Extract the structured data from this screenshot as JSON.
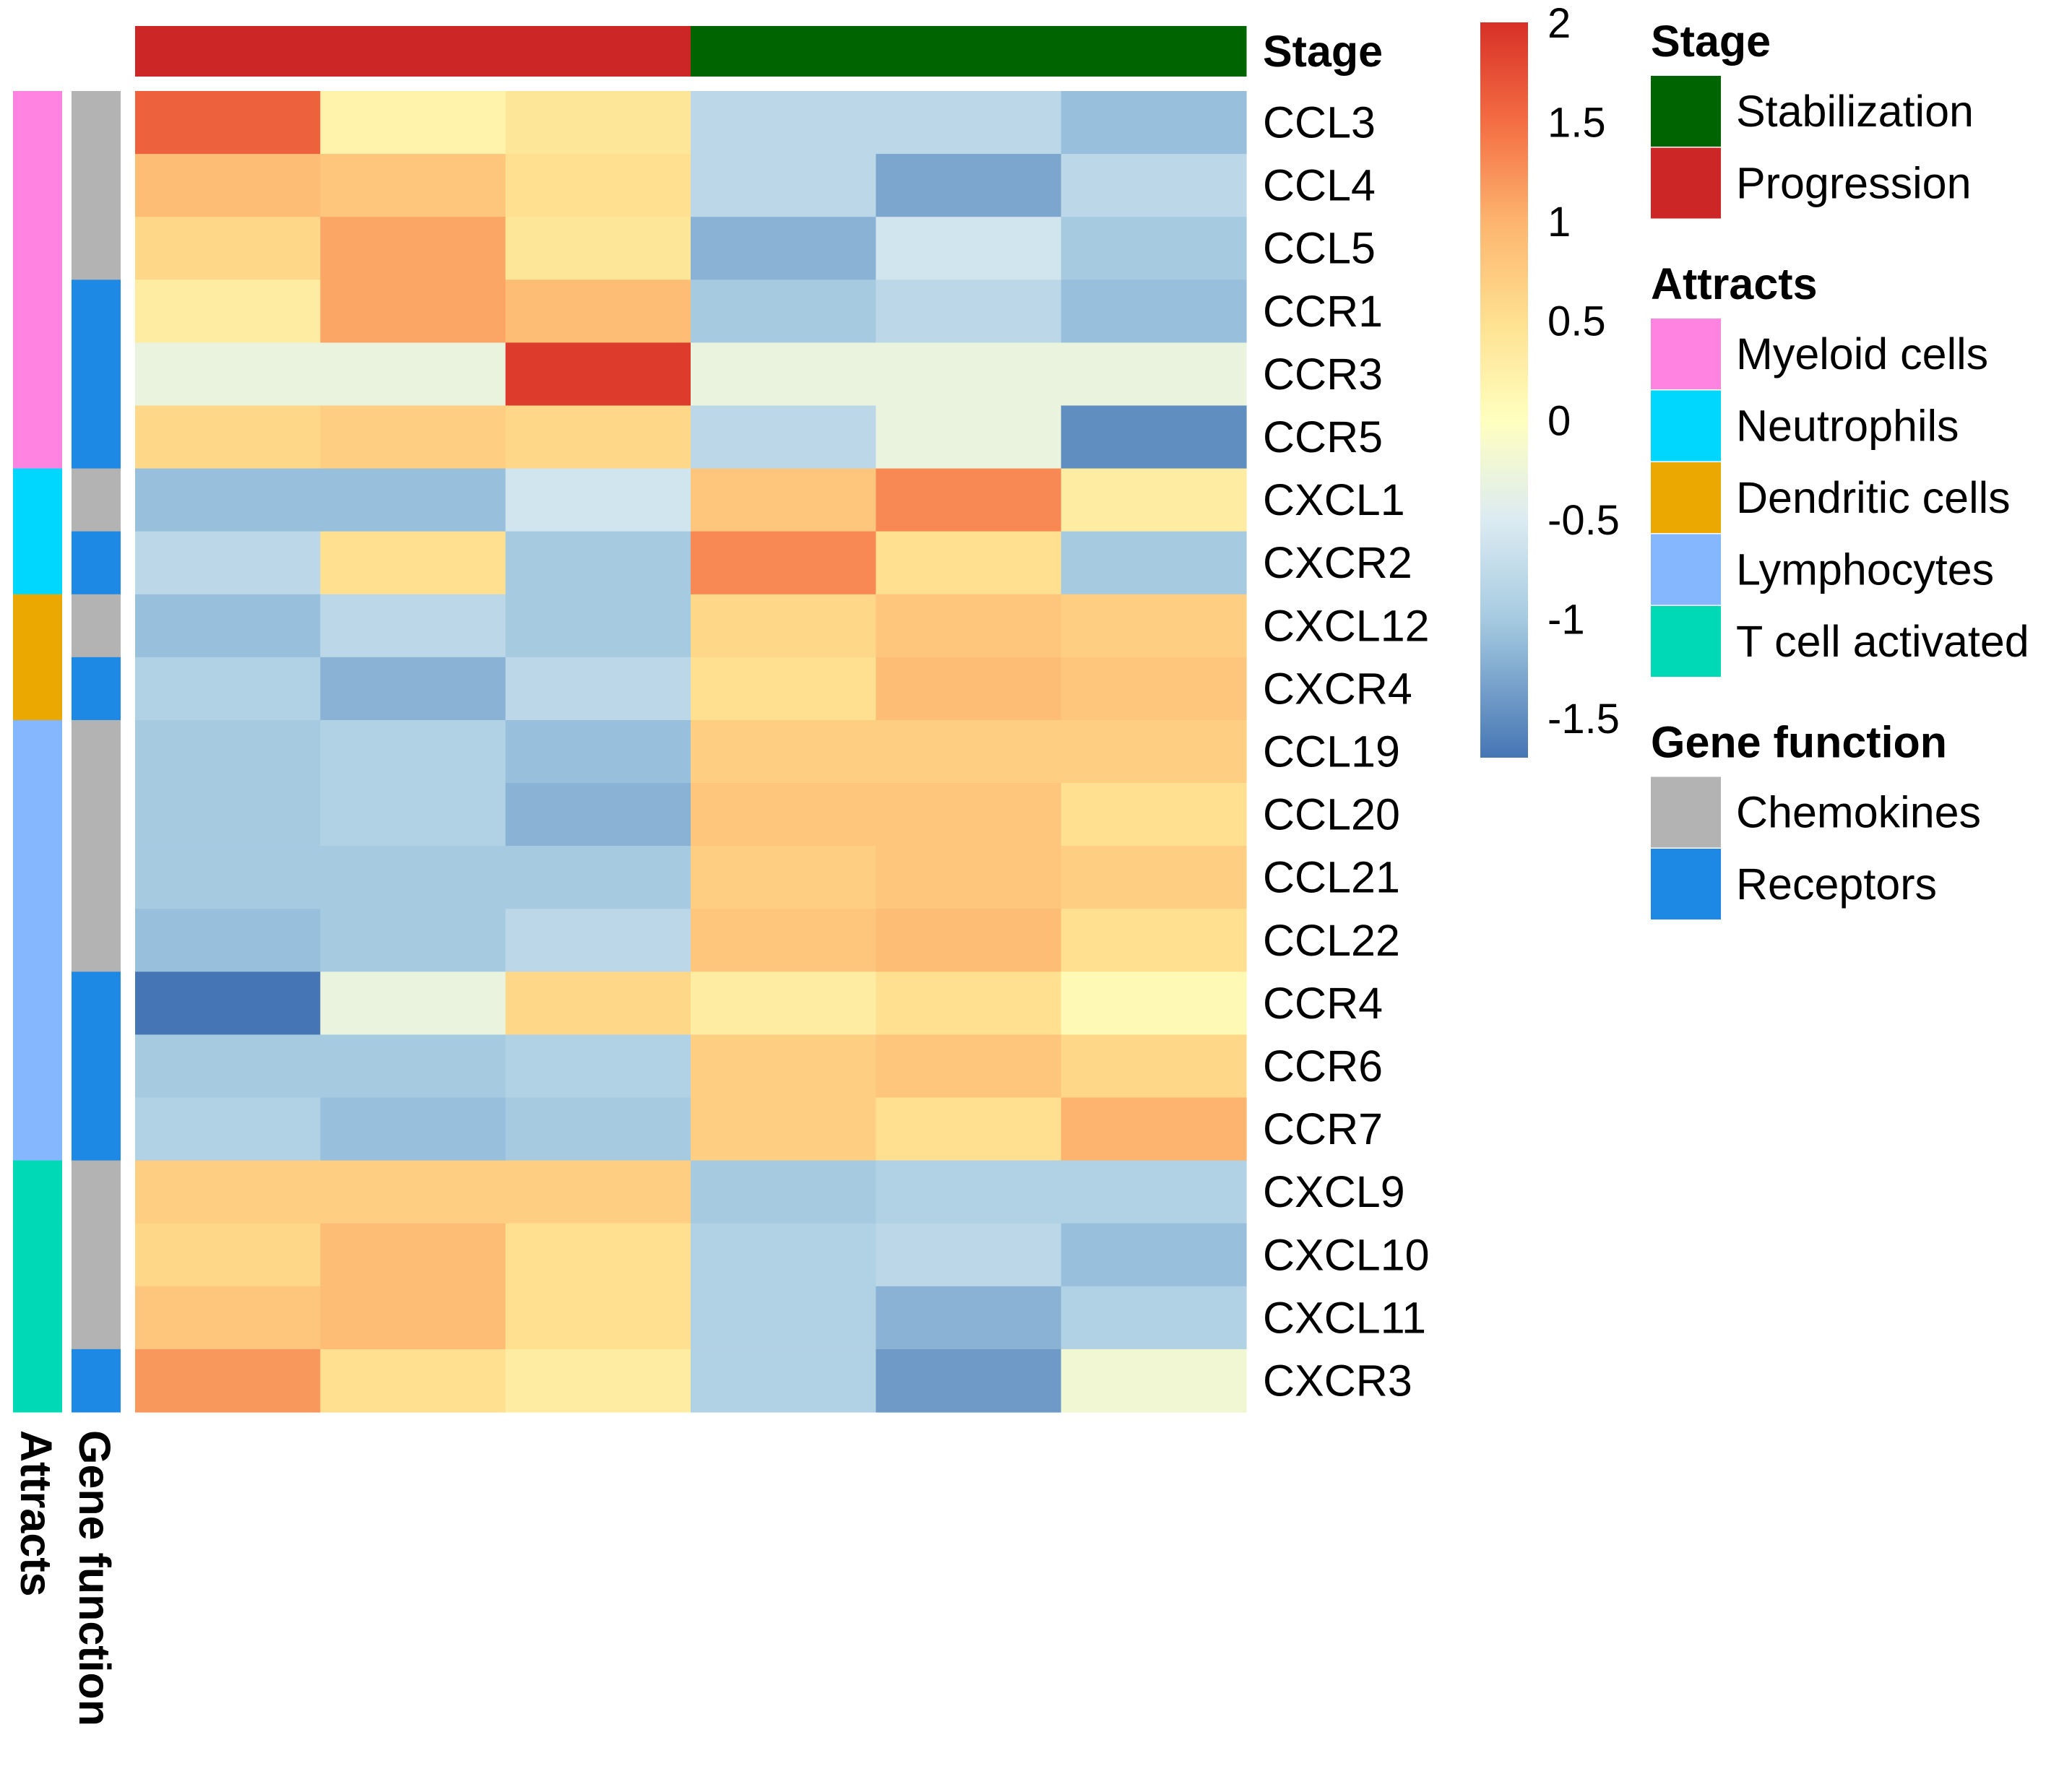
{
  "chart_data": {
    "type": "heatmap",
    "rows": [
      "CCL3",
      "CCL4",
      "CCL5",
      "CCR1",
      "CCR3",
      "CCR5",
      "CXCL1",
      "CXCR2",
      "CXCL12",
      "CXCR4",
      "CCL19",
      "CCL20",
      "CCL21",
      "CCL22",
      "CCR4",
      "CCR6",
      "CCR7",
      "CXCL9",
      "CXCL10",
      "CXCL11",
      "CXCR3"
    ],
    "column_stage": [
      "Progression",
      "Progression",
      "Progression",
      "Stabilization",
      "Stabilization",
      "Stabilization"
    ],
    "values": [
      [
        1.6,
        0.2,
        0.4,
        -0.8,
        -0.8,
        -1.1
      ],
      [
        0.9,
        0.8,
        0.5,
        -0.8,
        -1.3,
        -0.8
      ],
      [
        0.6,
        1.1,
        0.4,
        -1.2,
        -0.6,
        -1.0
      ],
      [
        0.3,
        1.1,
        0.9,
        -1.0,
        -0.8,
        -1.1
      ],
      [
        -0.3,
        -0.3,
        1.9,
        -0.3,
        -0.3,
        -0.3
      ],
      [
        0.6,
        0.7,
        0.6,
        -0.8,
        -0.3,
        -1.5
      ],
      [
        -1.1,
        -1.1,
        -0.6,
        0.8,
        1.3,
        0.3
      ],
      [
        -0.8,
        0.5,
        -1.0,
        1.3,
        0.5,
        -1.0
      ],
      [
        -1.1,
        -0.8,
        -1.0,
        0.6,
        0.8,
        0.7
      ],
      [
        -0.9,
        -1.2,
        -0.8,
        0.5,
        0.9,
        0.8
      ],
      [
        -1.0,
        -0.9,
        -1.1,
        0.7,
        0.7,
        0.7
      ],
      [
        -1.0,
        -0.9,
        -1.2,
        0.8,
        0.8,
        0.5
      ],
      [
        -1.0,
        -1.0,
        -1.0,
        0.7,
        0.8,
        0.7
      ],
      [
        -1.1,
        -1.0,
        -0.8,
        0.8,
        0.9,
        0.5
      ],
      [
        -1.7,
        -0.3,
        0.6,
        0.3,
        0.5,
        0.1
      ],
      [
        -1.0,
        -1.0,
        -0.9,
        0.7,
        0.8,
        0.6
      ],
      [
        -0.9,
        -1.1,
        -1.0,
        0.7,
        0.5,
        1.0
      ],
      [
        0.7,
        0.7,
        0.7,
        -1.0,
        -0.9,
        -0.9
      ],
      [
        0.6,
        0.9,
        0.5,
        -0.9,
        -0.8,
        -1.1
      ],
      [
        0.8,
        0.9,
        0.5,
        -0.9,
        -1.2,
        -0.9
      ],
      [
        1.2,
        0.5,
        0.3,
        -0.9,
        -1.4,
        -0.2
      ]
    ],
    "row_attracts": [
      "Myeloid cells",
      "Myeloid cells",
      "Myeloid cells",
      "Myeloid cells",
      "Myeloid cells",
      "Myeloid cells",
      "Neutrophils",
      "Neutrophils",
      "Dendritic cells",
      "Dendritic cells",
      "Lymphocytes",
      "Lymphocytes",
      "Lymphocytes",
      "Lymphocytes",
      "Lymphocytes",
      "Lymphocytes",
      "Lymphocytes",
      "T cell activated",
      "T cell activated",
      "T cell activated",
      "T cell activated"
    ],
    "row_gene_function": [
      "Chemokines",
      "Chemokines",
      "Chemokines",
      "Receptors",
      "Receptors",
      "Receptors",
      "Chemokines",
      "Receptors",
      "Chemokines",
      "Receptors",
      "Chemokines",
      "Chemokines",
      "Chemokines",
      "Chemokines",
      "Receptors",
      "Receptors",
      "Receptors",
      "Chemokines",
      "Chemokines",
      "Chemokines",
      "Receptors"
    ],
    "color_scale": {
      "min": -1.7,
      "max": 2.0,
      "stops": [
        {
          "v": -1.7,
          "c": "#4575b4"
        },
        {
          "v": -1.0,
          "c": "#a6cbe1"
        },
        {
          "v": -0.5,
          "c": "#dcebf2"
        },
        {
          "v": 0.0,
          "c": "#ffffbf"
        },
        {
          "v": 0.5,
          "c": "#fee090"
        },
        {
          "v": 1.0,
          "c": "#fdb46e"
        },
        {
          "v": 1.5,
          "c": "#f46d43"
        },
        {
          "v": 2.0,
          "c": "#d73027"
        }
      ],
      "ticks": [
        {
          "v": 2,
          "label": "2"
        },
        {
          "v": 1.5,
          "label": "1.5"
        },
        {
          "v": 1,
          "label": "1"
        },
        {
          "v": 0.5,
          "label": "0.5"
        },
        {
          "v": 0,
          "label": "0"
        },
        {
          "v": -0.5,
          "label": "-0.5"
        },
        {
          "v": -1,
          "label": "-1"
        },
        {
          "v": -1.5,
          "label": "-1.5"
        }
      ]
    },
    "annotations": {
      "stage": {
        "title": "Stage",
        "levels": [
          {
            "label": "Stabilization",
            "color": "#006400"
          },
          {
            "label": "Progression",
            "color": "#cd2626"
          }
        ]
      },
      "attracts": {
        "title": "Attracts",
        "levels": [
          {
            "label": "Myeloid cells",
            "color": "#ff83e0"
          },
          {
            "label": "Neutrophils",
            "color": "#00d7ff"
          },
          {
            "label": "Dendritic cells",
            "color": "#eaa800"
          },
          {
            "label": "Lymphocytes",
            "color": "#84b7ff"
          },
          {
            "label": "T cell activated",
            "color": "#00d9b5"
          }
        ]
      },
      "gene_function": {
        "title": "Gene function",
        "levels": [
          {
            "label": "Chemokines",
            "color": "#b3b3b3"
          },
          {
            "label": "Receptors",
            "color": "#1e88e5"
          }
        ]
      }
    }
  }
}
